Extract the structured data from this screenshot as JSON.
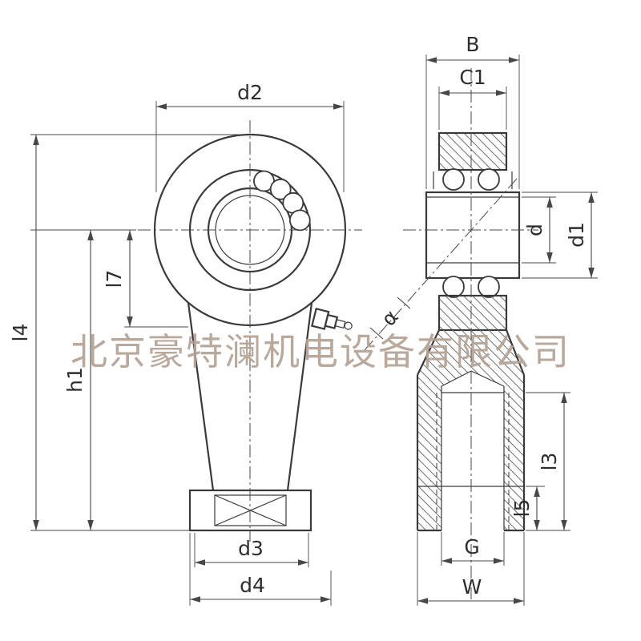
{
  "labels": {
    "d2": "d2",
    "B": "B",
    "C1": "C1",
    "d": "d",
    "d1": "d1",
    "l7": "l7",
    "l4": "l4",
    "h1": "h1",
    "alpha": "α",
    "l3": "l3",
    "l5": "l5",
    "d3": "d3",
    "d4": "d4",
    "G": "G",
    "W": "W"
  },
  "watermark": {
    "text": "北京豪特澜机电设备有限公司"
  },
  "colors": {
    "outline": "#3a3a3a",
    "dimension": "#474747",
    "hatch": "#6f6f6f",
    "watermark": "#b3a294",
    "background": "#ffffff"
  }
}
